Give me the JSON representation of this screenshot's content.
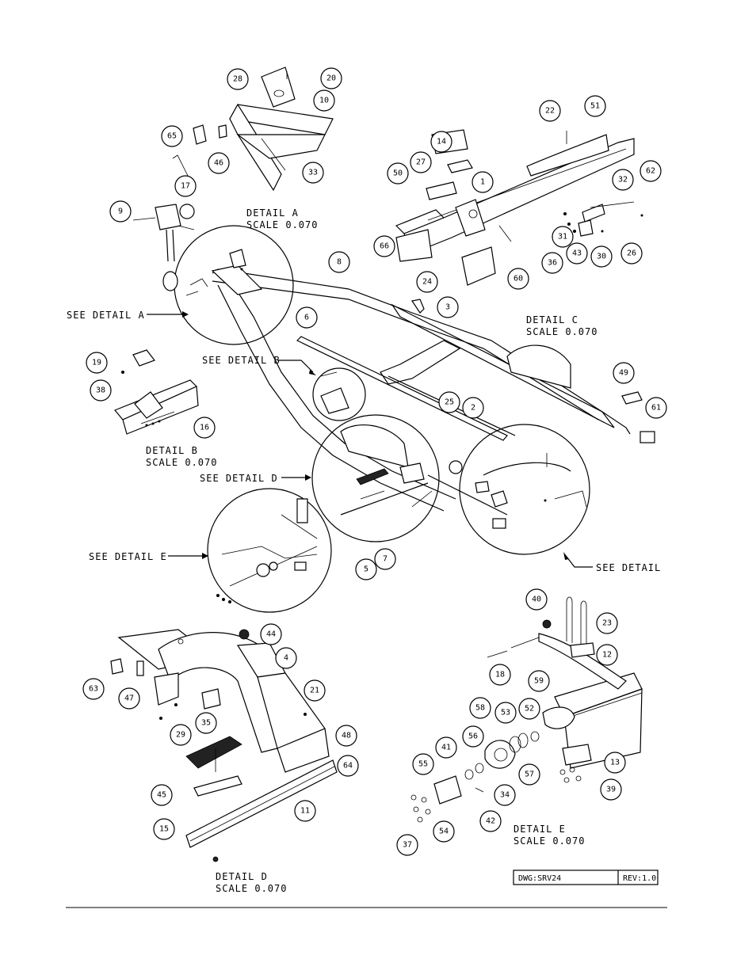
{
  "drawing": {
    "detail_labels": {
      "a": [
        "DETAIL  A",
        "SCALE  0.070"
      ],
      "b": [
        "DETAIL  B",
        "SCALE  0.070"
      ],
      "c": [
        "DETAIL  C",
        "SCALE  0.070"
      ],
      "d": [
        "DETAIL  D",
        "SCALE  0.070"
      ],
      "e": [
        "DETAIL  E",
        "SCALE  0.070"
      ]
    },
    "see_detail": {
      "a": "SEE DETAIL  A",
      "b": "SEE DETAIL  B",
      "d": "SEE DETAIL  D",
      "e": "SEE DETAIL  E",
      "c": "SEE DETAIL"
    },
    "callouts": [
      "28",
      "20",
      "10",
      "65",
      "46",
      "33",
      "17",
      "9",
      "22",
      "51",
      "14",
      "27",
      "50",
      "1",
      "32",
      "62",
      "66",
      "24",
      "60",
      "31",
      "36",
      "43",
      "30",
      "26",
      "8",
      "3",
      "6",
      "19",
      "38",
      "16",
      "49",
      "61",
      "25",
      "2",
      "5",
      "7",
      "40",
      "23",
      "12",
      "18",
      "59",
      "44",
      "4",
      "63",
      "47",
      "21",
      "29",
      "35",
      "48",
      "64",
      "45",
      "11",
      "15",
      "58",
      "53",
      "52",
      "56",
      "41",
      "55",
      "57",
      "34",
      "13",
      "39",
      "42",
      "37",
      "54"
    ]
  },
  "title_block": {
    "dwg": "DWG:SRV24",
    "rev": "REV:1.0"
  }
}
